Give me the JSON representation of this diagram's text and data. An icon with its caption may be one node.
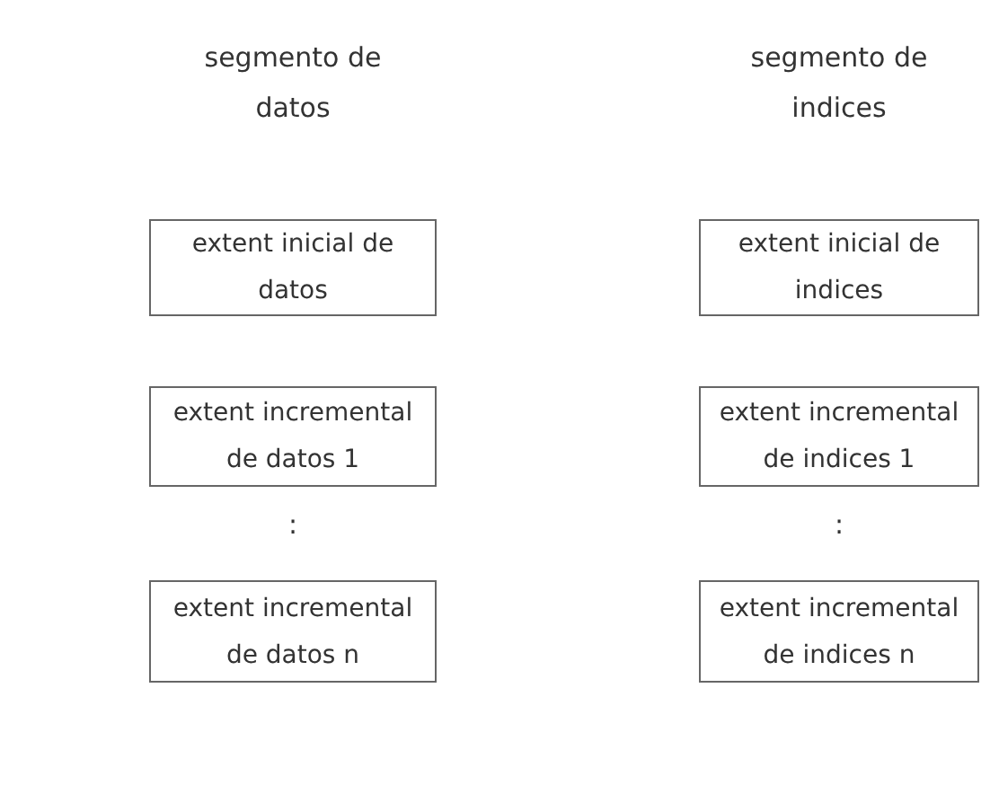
{
  "diagram": {
    "nodes": [
      {
        "text": [
          "extent inicial de datos"
        ]
      },
      {
        "text": [
          "extent inicial de indices"
        ]
      },
      {
        "text": [
          "extent incremental de datos 1"
        ]
      },
      {
        "text": [
          "extent incremental de indices 1"
        ]
      },
      {
        "text": [
          "extent incremental de datos n"
        ]
      },
      {
        "text": [
          "extent incremental de indices n"
        ]
      }
    ],
    "labels": [
      "segmento de datos",
      "segmento de indices",
      ":",
      ":"
    ]
  }
}
